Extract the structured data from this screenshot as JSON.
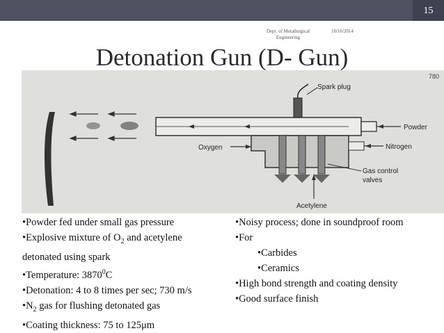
{
  "slide": {
    "number": "15",
    "dept": "Dept. of Metallurgical Engineering",
    "date": "10/16/2014",
    "title": "Detonation Gun (D- Gun)"
  },
  "figure": {
    "labels": {
      "spark_plug": "Spark plug",
      "powder": "Powder",
      "oxygen": "Oxygen",
      "nitrogen": "Nitrogen",
      "gas_control_1": "Gas control",
      "gas_control_2": "valves",
      "acetylene": "Acetylene",
      "corner_mark": "780"
    }
  },
  "left_column": {
    "b1": "•Powder fed under small gas pressure",
    "b2_pre": "•Explosive mixture of O",
    "b2_sub": "2",
    "b2_post": " and acetylene",
    "b2_cont": "detonated using spark",
    "b3_pre": "•Temperature: 3870",
    "b3_sup": "0",
    "b3_post": "C",
    "b4": "•Detonation: 4 to 8 times per sec; 730 m/s",
    "b5_pre": "•N",
    "b5_sub": "2",
    "b5_post": "  gas for flushing detonated gas",
    "b6": "•Coating thickness: 75 to 125μm"
  },
  "right_column": {
    "r1": "•Noisy process; done in soundproof room",
    "r2": "•For",
    "r3": "•Carbides",
    "r4": "•Ceramics",
    "r5": "•High bond strength and coating density",
    "r6": "•Good surface finish"
  }
}
